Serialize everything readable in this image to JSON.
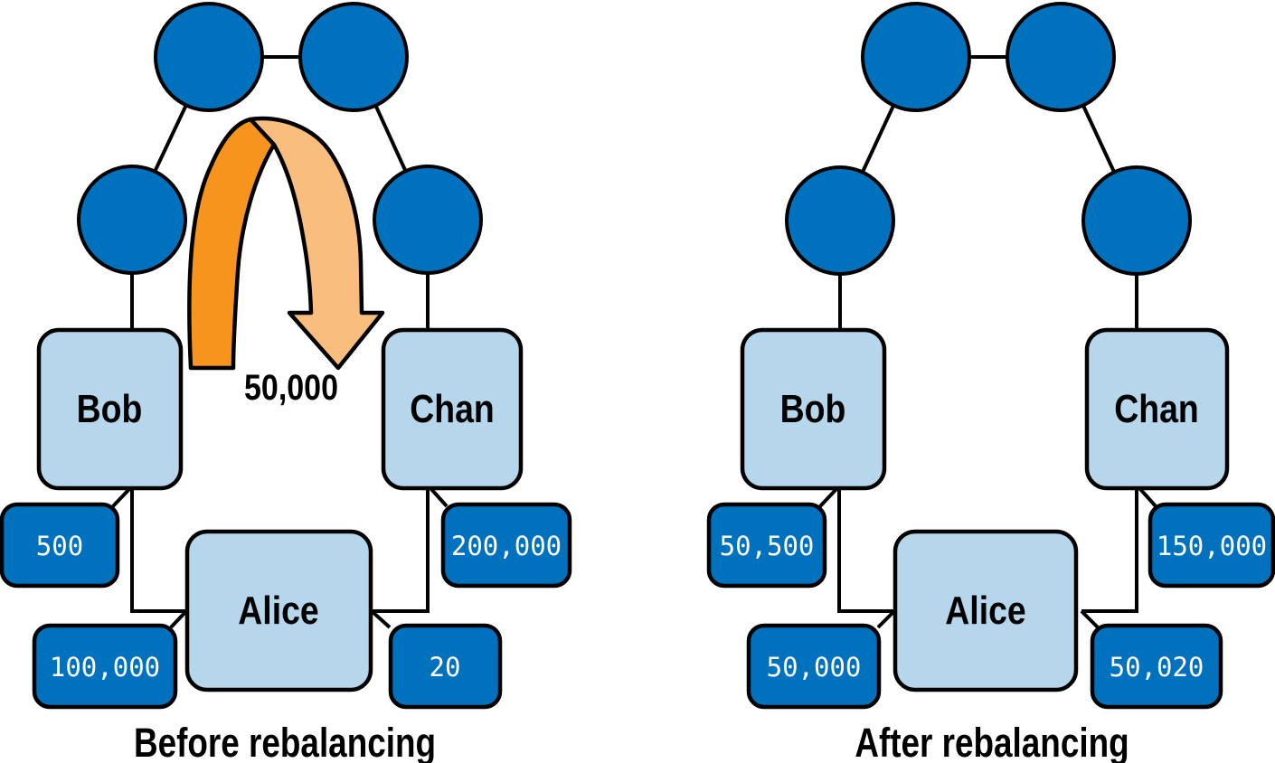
{
  "figure": {
    "colors": {
      "node_fill": "#0071bc",
      "box_fill": "#b5d6eb",
      "badge_fill": "#0071bc",
      "badge_text": "#ffffff",
      "outline": "#000000",
      "arrow_dark_orange": "#f7941e",
      "arrow_light_orange": "#f9be7e",
      "background": "#ffffff"
    },
    "before": {
      "caption": "Before rebalancing",
      "nodes": {
        "bob": "Bob",
        "chan": "Chan",
        "alice": "Alice"
      },
      "balances": {
        "bob_side_of_bob_alice_channel": "500",
        "alice_side_of_bob_alice_channel": "100,000",
        "chan_side_of_chan_alice_channel": "200,000",
        "alice_side_of_chan_alice_channel": "20"
      },
      "rebalance_arrow_amount": "50,000"
    },
    "after": {
      "caption": "After rebalancing",
      "nodes": {
        "bob": "Bob",
        "chan": "Chan",
        "alice": "Alice"
      },
      "balances": {
        "bob_side_of_bob_alice_channel": "50,500",
        "alice_side_of_bob_alice_channel": "50,000",
        "chan_side_of_chan_alice_channel": "150,000",
        "alice_side_of_chan_alice_channel": "50,020"
      }
    }
  }
}
